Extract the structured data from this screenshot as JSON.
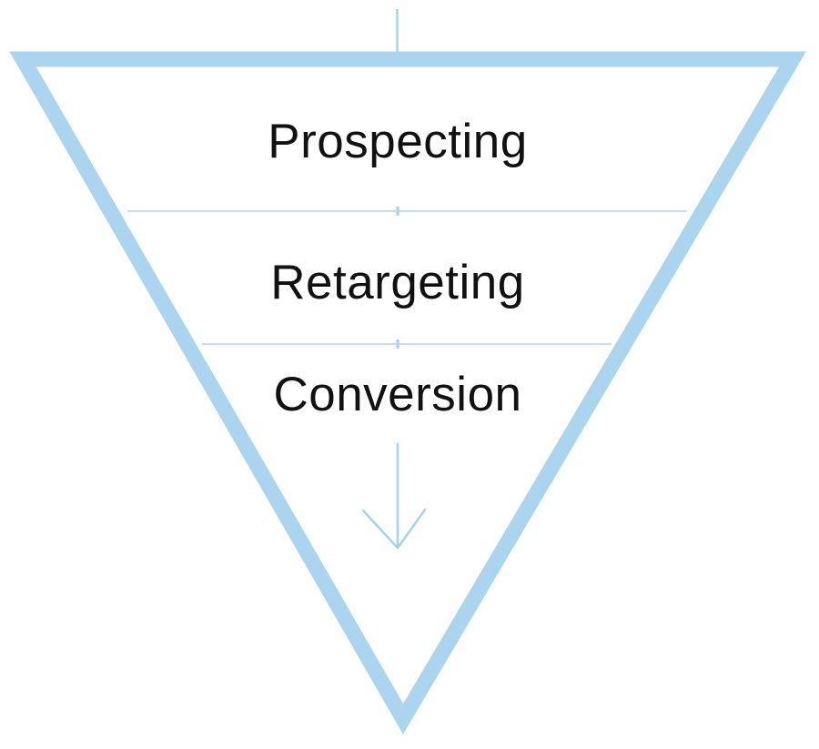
{
  "diagram": {
    "type": "inverted-funnel",
    "stages": [
      {
        "label": "Prospecting"
      },
      {
        "label": "Retargeting"
      },
      {
        "label": "Conversion"
      }
    ],
    "icons": {
      "inflow": "inflow-line-icon",
      "outflow": "down-arrow-icon"
    },
    "colors": {
      "funnel_border": "#ABD5EE",
      "stage_divider": "#C6E0F0",
      "divider_tick": "#AFD7EC",
      "flow_lines": "#A5D2EB",
      "label_text": "#111111",
      "background": "#FFFFFF"
    }
  }
}
